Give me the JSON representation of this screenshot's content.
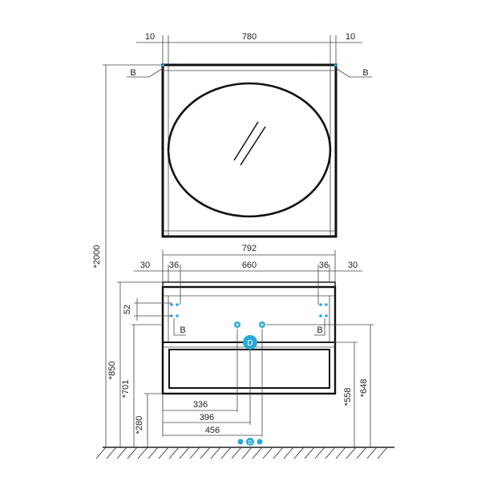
{
  "mirror": {
    "top_dims": [
      "10",
      "780",
      "10"
    ],
    "callout_left": "B",
    "callout_right": "B"
  },
  "cabinet": {
    "overall_width": "792",
    "sub_dims": [
      "30",
      "36",
      "660",
      "36",
      "30"
    ],
    "callout_left": "B",
    "callout_right": "B",
    "marker_label": "D",
    "left_vertical_dim": "52"
  },
  "heights": {
    "total": "*2000",
    "h850": "*850",
    "h701": "*701",
    "h280": "*280",
    "h558": "*558",
    "h648": "*648"
  },
  "bottom_dims": [
    "336",
    "396",
    "456"
  ],
  "floor_marker_label": "D",
  "colors": {
    "marker": "#2aa9d8",
    "line": "#111111"
  }
}
